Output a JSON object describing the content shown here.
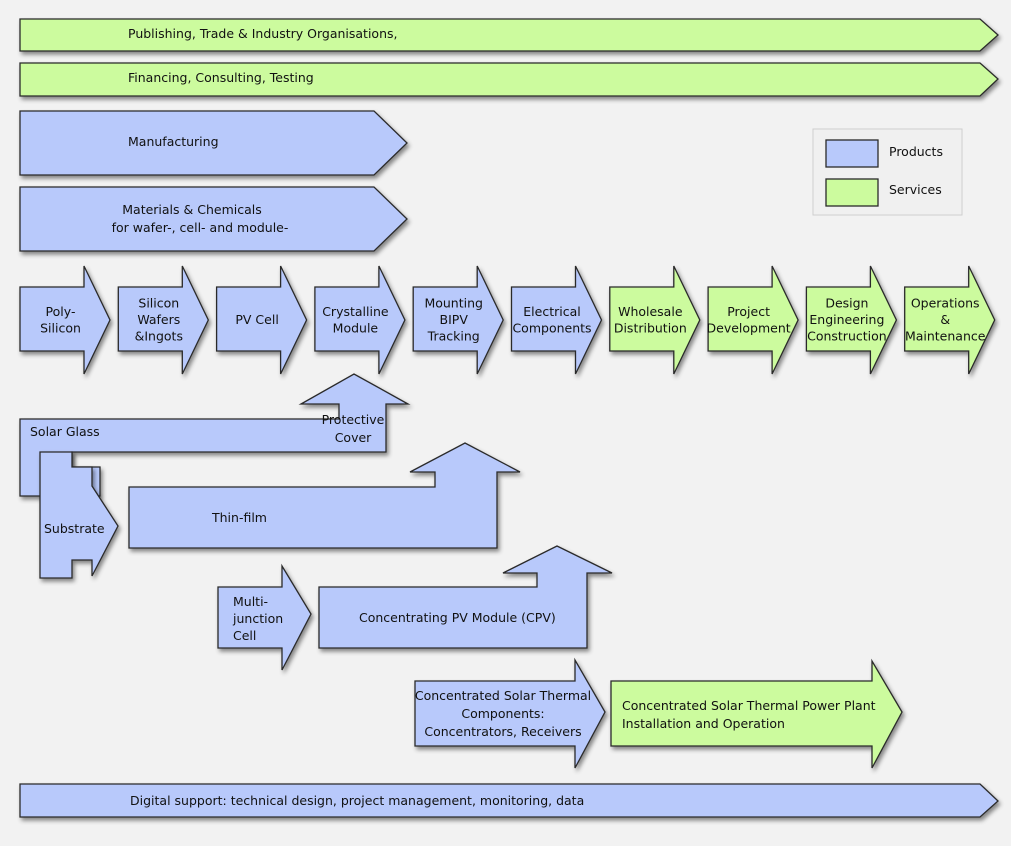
{
  "colors": {
    "products": "#b8c9fb",
    "services": "#ccfb9e",
    "background": "#f2f2f2"
  },
  "legend": {
    "products": "Products",
    "services": "Services"
  },
  "bands": {
    "publishing": "Publishing, Trade & Industry Organisations,",
    "financing": "Financing, Consulting, Testing",
    "manufacturing": "Manufacturing",
    "materials": [
      "Materials & Chemicals",
      "for wafer-, cell- and module-"
    ],
    "digital": "Digital support: technical design, project management, monitoring, data"
  },
  "chain": [
    {
      "id": "poly-silicon",
      "lines": [
        "Poly-",
        "Silicon"
      ],
      "kind": "products"
    },
    {
      "id": "silicon-wafers",
      "lines": [
        "Silicon",
        "Wafers",
        "&Ingots"
      ],
      "kind": "products"
    },
    {
      "id": "pv-cell",
      "lines": [
        "PV Cell"
      ],
      "kind": "products"
    },
    {
      "id": "crystalline-module",
      "lines": [
        "Crystalline",
        "Module"
      ],
      "kind": "products"
    },
    {
      "id": "mounting",
      "lines": [
        "Mounting",
        "BIPV",
        "Tracking"
      ],
      "kind": "products"
    },
    {
      "id": "electrical",
      "lines": [
        "Electrical",
        "Components"
      ],
      "kind": "products"
    },
    {
      "id": "wholesale",
      "lines": [
        "Wholesale",
        "Distribution"
      ],
      "kind": "services"
    },
    {
      "id": "project-development",
      "lines": [
        "Project",
        "Development"
      ],
      "kind": "services"
    },
    {
      "id": "design-engineering",
      "lines": [
        "Design",
        "Engineering",
        "Construction"
      ],
      "kind": "services"
    },
    {
      "id": "operations",
      "lines": [
        "Operations",
        "&",
        "Maintenance"
      ],
      "kind": "services"
    }
  ],
  "lower": {
    "solar_glass": "Solar Glass",
    "protective_cover": [
      "Protective",
      "Cover"
    ],
    "substrate": "Substrate",
    "thin_film": "Thin-film",
    "multi_junction": [
      "Multi-",
      "junction",
      "Cell"
    ],
    "cpv": "Concentrating PV Module (CPV)",
    "cst_components": [
      "Concentrated Solar Thermal",
      "Components:",
      "Concentrators, Receivers"
    ],
    "cst_plant": [
      "Concentrated Solar Thermal Power Plant",
      "Installation and Operation"
    ]
  }
}
